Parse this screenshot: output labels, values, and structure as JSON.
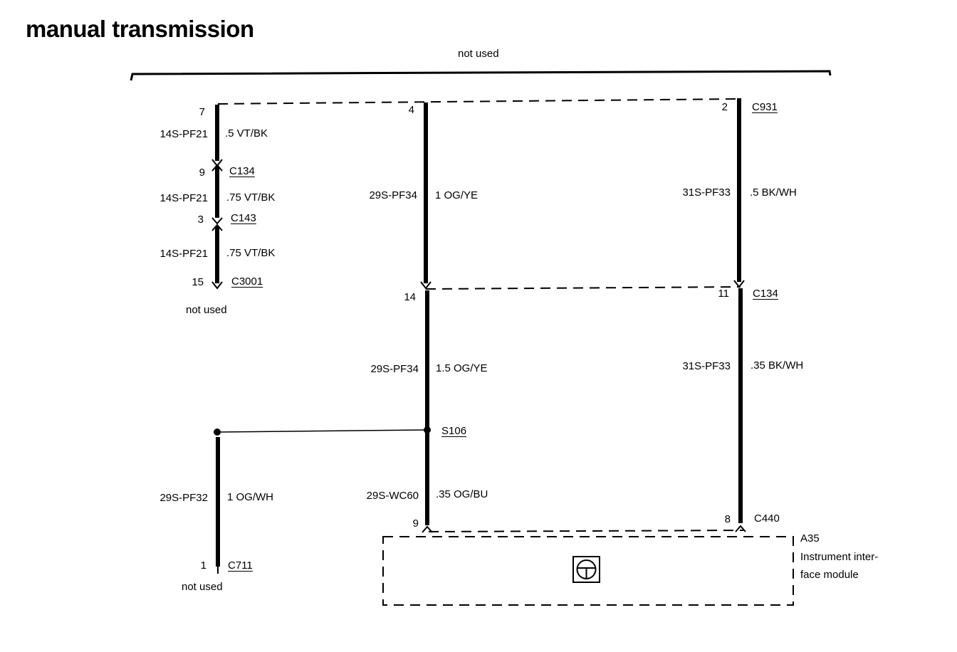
{
  "title": "manual transmission",
  "top_label": "not used",
  "left_branch": {
    "pin_top": "7",
    "wire1_circuit": "14S-PF21",
    "wire1_spec": ".5 VT/BK",
    "pin_c134": "9",
    "conn_c134": "C134",
    "wire2_circuit": "14S-PF21",
    "wire2_spec": ".75 VT/BK",
    "pin_c143": "3",
    "conn_c143": "C143",
    "wire3_circuit": "14S-PF21",
    "wire3_spec": ".75 VT/BK",
    "pin_c3001": "15",
    "conn_c3001": "C3001",
    "end_label": "not used"
  },
  "center_branch": {
    "pin_top": "4",
    "wire1_circuit": "29S-PF34",
    "wire1_spec": "1 OG/YE",
    "pin_c134": "14",
    "wire2_circuit": "29S-PF34",
    "wire2_spec": "1.5 OG/YE",
    "splice": "S106",
    "wire3_circuit": "29S-WC60",
    "wire3_spec": ".35 OG/BU",
    "pin_bottom": "9"
  },
  "right_branch": {
    "pin_top": "2",
    "conn_top": "C931",
    "wire1_circuit": "31S-PF33",
    "wire1_spec": ".5 BK/WH",
    "pin_c134": "11",
    "conn_c134": "C134",
    "wire2_circuit": "31S-PF33",
    "wire2_spec": ".35 BK/WH",
    "pin_c440": "8",
    "conn_c440": "C440"
  },
  "splice_branch": {
    "wire_circuit": "29S-PF32",
    "wire_spec": "1 OG/WH",
    "pin": "1",
    "conn": "C711",
    "end_label": "not used"
  },
  "module": {
    "id": "A35",
    "name_line1": "Instrument inter-",
    "name_line2": "face module",
    "icon": "steering-wheel-icon"
  }
}
